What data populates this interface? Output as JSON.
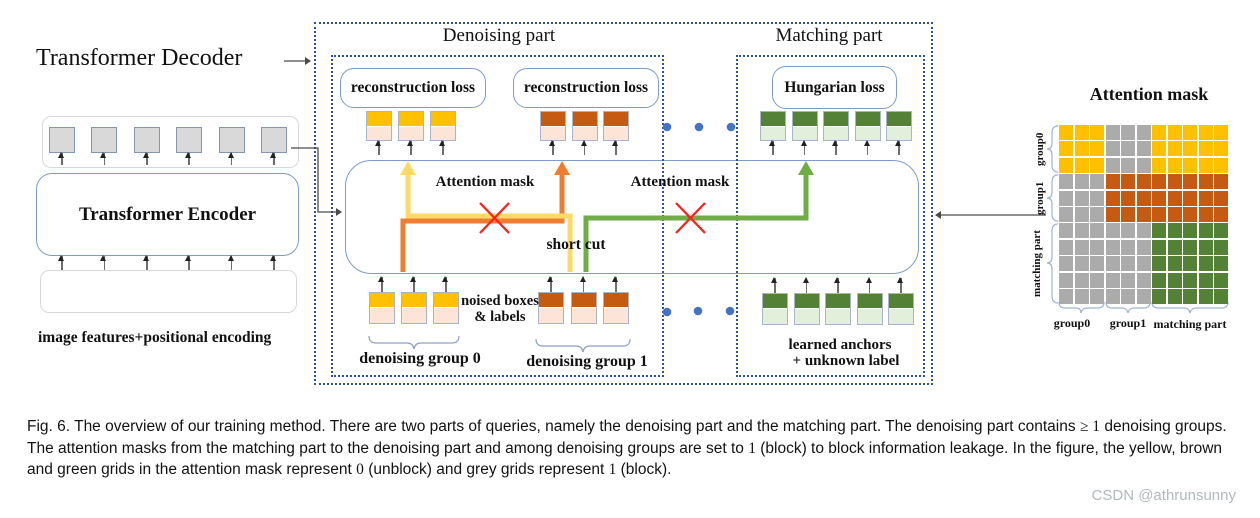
{
  "left_panel": {
    "decoder_title": "Transformer Decoder",
    "encoder_label": "Transformer Encoder",
    "features_label": "image features+positional encoding"
  },
  "diagram": {
    "denoising_part": "Denoising part",
    "matching_part": "Matching part",
    "reconstruction_loss_1": "reconstruction loss",
    "reconstruction_loss_2": "reconstruction loss",
    "hungarian_loss": "Hungarian loss",
    "attention_mask_1": "Attention mask",
    "attention_mask_2": "Attention mask",
    "short_cut": "short cut",
    "noised_boxes_line1": "noised boxes",
    "noised_boxes_line2": "& labels",
    "group0_label": "denoising group 0",
    "group1_label": "denoising group 1",
    "anchors_line1": "learned anchors",
    "anchors_line2": "+ unknown label"
  },
  "queries": {
    "dn0_out": {
      "count": 3,
      "top": "#FFC000",
      "bottom": "#FCE4D6",
      "arrow": "below"
    },
    "dn1_out": {
      "count": 3,
      "top": "#C55A11",
      "bottom": "#FCE4D6",
      "arrow": "below"
    },
    "match_out": {
      "count": 5,
      "top": "#538135",
      "bottom": "#E2EFDA",
      "arrow": "below"
    },
    "dn0_in": {
      "count": 3,
      "top": "#FFC000",
      "bottom": "#FCE4D6",
      "arrow": "above"
    },
    "dn1_in": {
      "count": 3,
      "top": "#C55A11",
      "bottom": "#FCE4D6",
      "arrow": "above"
    },
    "anchors_in": {
      "count": 5,
      "top": "#538135",
      "bottom": "#E2EFDA",
      "arrow": "above"
    },
    "features_top": {
      "count": 6,
      "top": "#D9D9D9",
      "bottom": null,
      "arrow": "below"
    },
    "features_bottom": {
      "count": 6,
      "top": "#D9D9D9",
      "bottom": null,
      "arrow": "above"
    }
  },
  "mask_panel": {
    "title": "Attention mask",
    "row_labels": [
      "group0",
      "group1",
      "matching part"
    ],
    "col_labels": [
      "group0",
      "group1",
      "matching part"
    ],
    "cell_colors": {
      "y": "#FFC000",
      "g": "#ABABAB",
      "b": "#C55A11",
      "n": "#538135"
    },
    "grid": [
      "yyygggyyyyy",
      "yyygggyyyyy",
      "yyygggyyyyy",
      "gggbbbbbbbb",
      "gggbbbbbbbb",
      "gggbbbbbbbb",
      "ggggggnnnnn",
      "ggggggnnnnn",
      "ggggggnnnnn",
      "ggggggnnnnn",
      "ggggggnnnnn"
    ]
  },
  "colors": {
    "yellow": "#FFC000",
    "cream": "#FCE4D6",
    "brown": "#C55A11",
    "green_dark": "#538135",
    "green_light": "#E2EFDA",
    "grid_gray": "#ABABAB",
    "feature_gray": "#D9D9D9",
    "yellow_arrow": "#FFD966",
    "orange_arrow": "#ED7D31",
    "green_arrow": "#70AD47",
    "red_x": "#FF1F1F",
    "blue_dot": "#4472C4",
    "dotted_border": "#2E5395",
    "box_border": "#7E9CC8",
    "line_gray": "#4a4a4a",
    "brace_blue": "#9DB3D6"
  },
  "caption": {
    "segments": [
      {
        "t": "Fig. 6. The overview of our training method. There are two parts of queries, namely the denoising part and the matching part. The denoising part contains "
      },
      {
        "t": "≥ 1",
        "math": true
      },
      {
        "t": " denoising groups. The attention masks from the matching part to the denoising part and among denoising groups are set to "
      },
      {
        "t": "1",
        "math": true
      },
      {
        "t": " (block) to block information leakage. In the figure, the yellow, brown and green grids in the attention mask represent "
      },
      {
        "t": "0",
        "math": true
      },
      {
        "t": " (unblock) and grey grids represent "
      },
      {
        "t": "1",
        "math": true
      },
      {
        "t": " (block)."
      }
    ]
  },
  "watermark": "CSDN @athrunsunny"
}
